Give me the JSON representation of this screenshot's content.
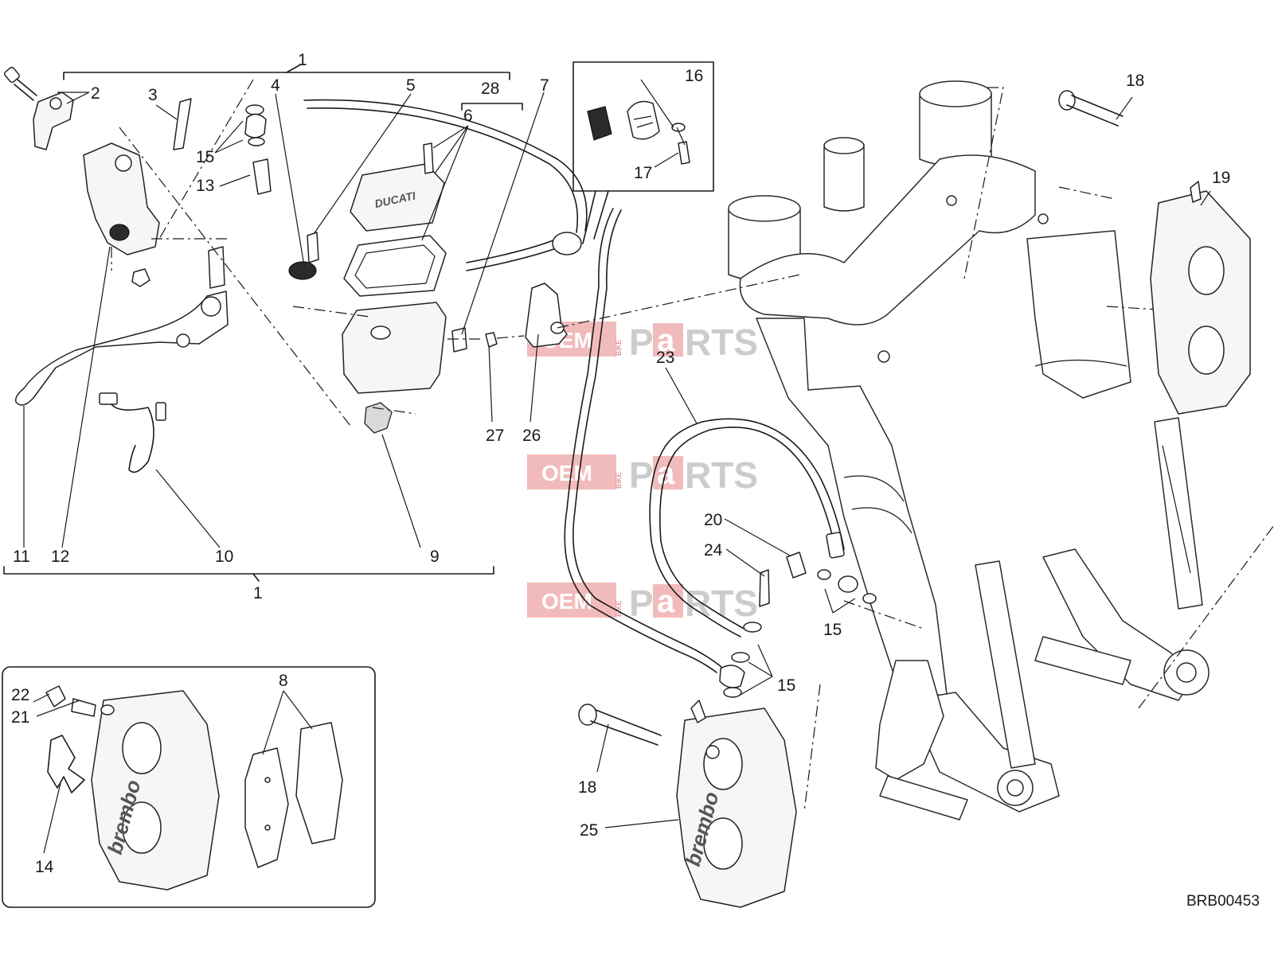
{
  "diagram": {
    "drawing_code": "BRB00453",
    "callouts": {
      "c1_top": "1",
      "c1_bottom": "1",
      "c2": "2",
      "c3": "3",
      "c4": "4",
      "c5": "5",
      "c6": "6",
      "c7": "7",
      "c8": "8",
      "c9": "9",
      "c10": "10",
      "c11": "11",
      "c12": "12",
      "c13": "13",
      "c14": "14",
      "c15a": "15",
      "c15b": "15",
      "c15c": "15",
      "c16": "16",
      "c17": "17",
      "c18a": "18",
      "c18b": "18",
      "c19": "19",
      "c20": "20",
      "c21": "21",
      "c22": "22",
      "c23": "23",
      "c24": "24",
      "c25": "25",
      "c26": "26",
      "c27": "27",
      "c28": "28"
    },
    "part_markings": {
      "reservoir_cap_logo": "DUCATI",
      "caliper_brand": "brembo"
    },
    "watermark": {
      "prefix": "OEM",
      "vertical": "BIKE",
      "letter_p": "P",
      "letter_a": "a",
      "suffix": "RTS"
    },
    "colors": {
      "line": "#1a1a1a",
      "watermark_red": "#e05a5a",
      "watermark_grey": "#bcbcbc"
    }
  }
}
